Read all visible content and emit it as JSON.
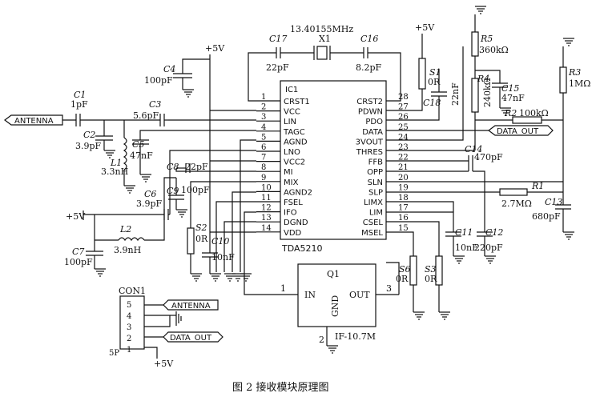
{
  "caption": "图 2   接收模块原理图",
  "ic": {
    "name": "IC1",
    "part": "TDA5210",
    "left_pins": [
      {
        "num": "1",
        "name": "CRST1"
      },
      {
        "num": "2",
        "name": "VCC"
      },
      {
        "num": "3",
        "name": "LIN"
      },
      {
        "num": "4",
        "name": "TAGC"
      },
      {
        "num": "5",
        "name": "AGND"
      },
      {
        "num": "6",
        "name": "LNO"
      },
      {
        "num": "7",
        "name": "VCC2"
      },
      {
        "num": "8",
        "name": "MI"
      },
      {
        "num": "9",
        "name": "MIX"
      },
      {
        "num": "10",
        "name": "AGND2"
      },
      {
        "num": "11",
        "name": "FSEL"
      },
      {
        "num": "12",
        "name": "IFO"
      },
      {
        "num": "13",
        "name": "DGND"
      },
      {
        "num": "14",
        "name": "VDD"
      }
    ],
    "right_pins": [
      {
        "num": "28",
        "name": "CRST2"
      },
      {
        "num": "27",
        "name": "PDWN"
      },
      {
        "num": "26",
        "name": "PDO"
      },
      {
        "num": "25",
        "name": "DATA"
      },
      {
        "num": "24",
        "name": "3VOUT"
      },
      {
        "num": "23",
        "name": "THRES"
      },
      {
        "num": "22",
        "name": "FFB"
      },
      {
        "num": "21",
        "name": "OPP"
      },
      {
        "num": "20",
        "name": "SLN"
      },
      {
        "num": "19",
        "name": "SLP"
      },
      {
        "num": "18",
        "name": "LIMX"
      },
      {
        "num": "17",
        "name": "LIM"
      },
      {
        "num": "16",
        "name": "CSEL"
      },
      {
        "num": "15",
        "name": "MSEL"
      }
    ]
  },
  "q1": {
    "name": "Q1",
    "in": "IN",
    "out": "OUT",
    "gnd": "GND",
    "pin_in": "1",
    "pin_out": "3",
    "pin_gnd": "2",
    "value": "IF-10.7M"
  },
  "con1": {
    "name": "CON1",
    "type": "5P",
    "pins": [
      "5",
      "4",
      "3",
      "2",
      "1"
    ],
    "antenna": "ANTENNA",
    "data_out": "DATA_OUT",
    "supply": "+5V"
  },
  "nets": {
    "antenna": "ANTENNA",
    "data_out": "DATA_OUT",
    "vcc_top": "+5V",
    "vcc_right": "+5V",
    "vcc_left": "+5V"
  },
  "crystal": {
    "name": "X1",
    "freq": "13.40155MHz"
  },
  "components": {
    "C1": {
      "ref": "C1",
      "value": "1pF"
    },
    "C2": {
      "ref": "C2",
      "value": "3.9pF"
    },
    "C3": {
      "ref": "C3",
      "value": "5.6pF"
    },
    "C4": {
      "ref": "C4",
      "value": "100pF"
    },
    "C5": {
      "ref": "C5",
      "value": "47nF"
    },
    "C6": {
      "ref": "C6",
      "value": "3.9pF"
    },
    "C7": {
      "ref": "C7",
      "value": "100pF"
    },
    "C8": {
      "ref": "C8",
      "value": "22pF"
    },
    "C9": {
      "ref": "C9",
      "value": "100pF"
    },
    "C10": {
      "ref": "C10",
      "value": "10nF"
    },
    "C11": {
      "ref": "C11",
      "value": "10nF"
    },
    "C12": {
      "ref": "C12",
      "value": "220pF"
    },
    "C13": {
      "ref": "C13",
      "value": "680pF"
    },
    "C14": {
      "ref": "C14",
      "value": "470pF"
    },
    "C15": {
      "ref": "C15",
      "value": "47nF"
    },
    "C16": {
      "ref": "C16",
      "value": "8.2pF"
    },
    "C17": {
      "ref": "C17",
      "value": "22pF"
    },
    "C18": {
      "ref": "C18",
      "value": "22nF"
    },
    "L1": {
      "ref": "L1",
      "value": "3.3nH"
    },
    "L2": {
      "ref": "L2",
      "value": "3.9nH"
    },
    "R1": {
      "ref": "R1",
      "value": "2.7MΩ"
    },
    "R2": {
      "ref": "R2",
      "value": "100kΩ"
    },
    "R3": {
      "ref": "R3",
      "value": "1MΩ"
    },
    "R4": {
      "ref": "R4",
      "value": "240kΩ"
    },
    "R5": {
      "ref": "R5",
      "value": "360kΩ"
    },
    "S1": {
      "ref": "S1",
      "value": "0R"
    },
    "S2": {
      "ref": "S2",
      "value": "0R"
    },
    "S3": {
      "ref": "S3",
      "value": "0R"
    },
    "S6": {
      "ref": "S6",
      "value": "0R"
    }
  }
}
